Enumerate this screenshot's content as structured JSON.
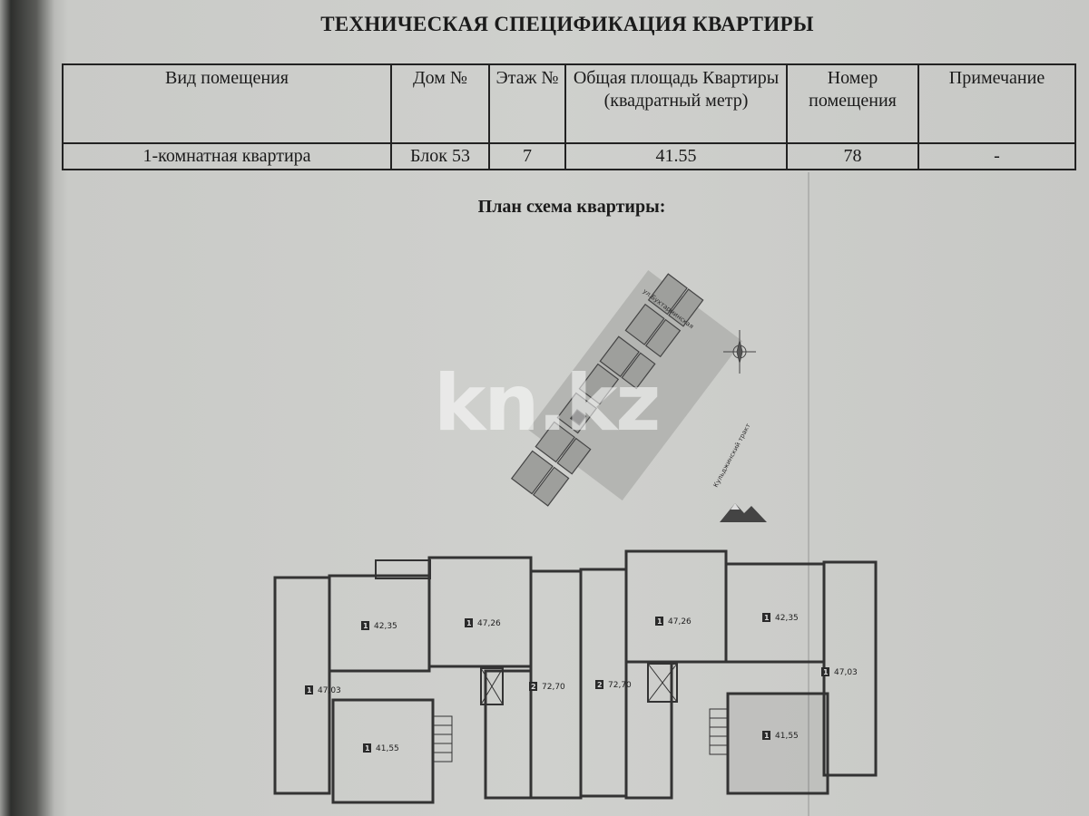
{
  "document": {
    "title": "ТЕХНИЧЕСКАЯ СПЕЦИФИКАЦИЯ КВАРТИРЫ",
    "subtitle": "План схема квартиры:"
  },
  "spec_table": {
    "headers": [
      "Вид помещения",
      "Дом №",
      "Этаж №",
      "Общая площадь Квартиры (квадратный метр)",
      "Номер помещения",
      "Примечание"
    ],
    "row": [
      "1-комнатная квартира",
      "Блок 53",
      "7",
      "41.55",
      "78",
      "-"
    ]
  },
  "site_plan": {
    "street_top": "ул.Бухтарминская",
    "street_right": "Кульджинский тракт"
  },
  "watermark": "kn.kz",
  "floor_plan": {
    "apartments_left": [
      {
        "rooms": "1",
        "area": "47,03"
      },
      {
        "rooms": "1",
        "area": "42,35"
      },
      {
        "rooms": "1",
        "area": "47,26"
      },
      {
        "rooms": "1",
        "area": "41,55"
      },
      {
        "rooms": "2",
        "area": "72,70"
      }
    ],
    "apartments_right": [
      {
        "rooms": "2",
        "area": "72,70"
      },
      {
        "rooms": "1",
        "area": "47,26"
      },
      {
        "rooms": "1",
        "area": "42,35"
      },
      {
        "rooms": "1",
        "area": "47,03"
      },
      {
        "rooms": "1",
        "area": "41,55"
      }
    ]
  }
}
